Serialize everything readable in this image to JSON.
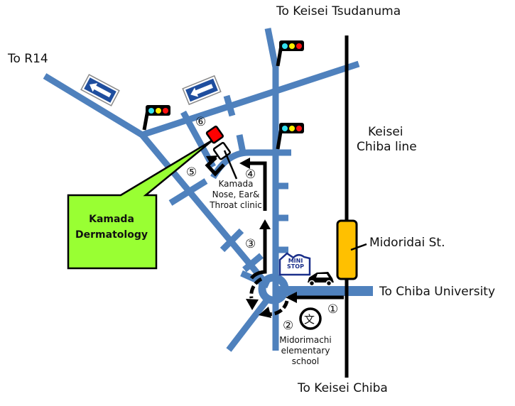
{
  "map": {
    "title": "Access map to Kamada Dermatology",
    "colors": {
      "road": "#4f81bd",
      "rail": "#000000",
      "callout_fill": "#99ff33",
      "station_fill": "#ffc000",
      "clinic_marker": "#ff0000",
      "oneway_sign": "#1f4e9e"
    },
    "directions": {
      "north": "To Keisei Tsudanuma",
      "west": "To R14",
      "east": "To Chiba University",
      "south": "To Keisei Chiba"
    },
    "railway": {
      "name_line1": "Keisei",
      "name_line2": "Chiba line"
    },
    "station": {
      "name": "Midoridai St."
    },
    "destination": {
      "line1": "Kamada",
      "line2": "Dermatology"
    },
    "landmarks": {
      "ent_clinic": [
        "Kamada",
        "Nose, Ear&",
        "Throat clinic"
      ],
      "school": [
        "Midorimachi",
        "elementary",
        "school"
      ],
      "school_symbol": "文",
      "convenience_store": [
        "MINI",
        "STOP"
      ]
    },
    "route_steps": [
      "①",
      "②",
      "③",
      "④",
      "⑤",
      "⑥"
    ],
    "icons": [
      "traffic-light-icon",
      "one-way-sign-icon",
      "car-icon",
      "ministop-icon",
      "school-icon"
    ]
  }
}
